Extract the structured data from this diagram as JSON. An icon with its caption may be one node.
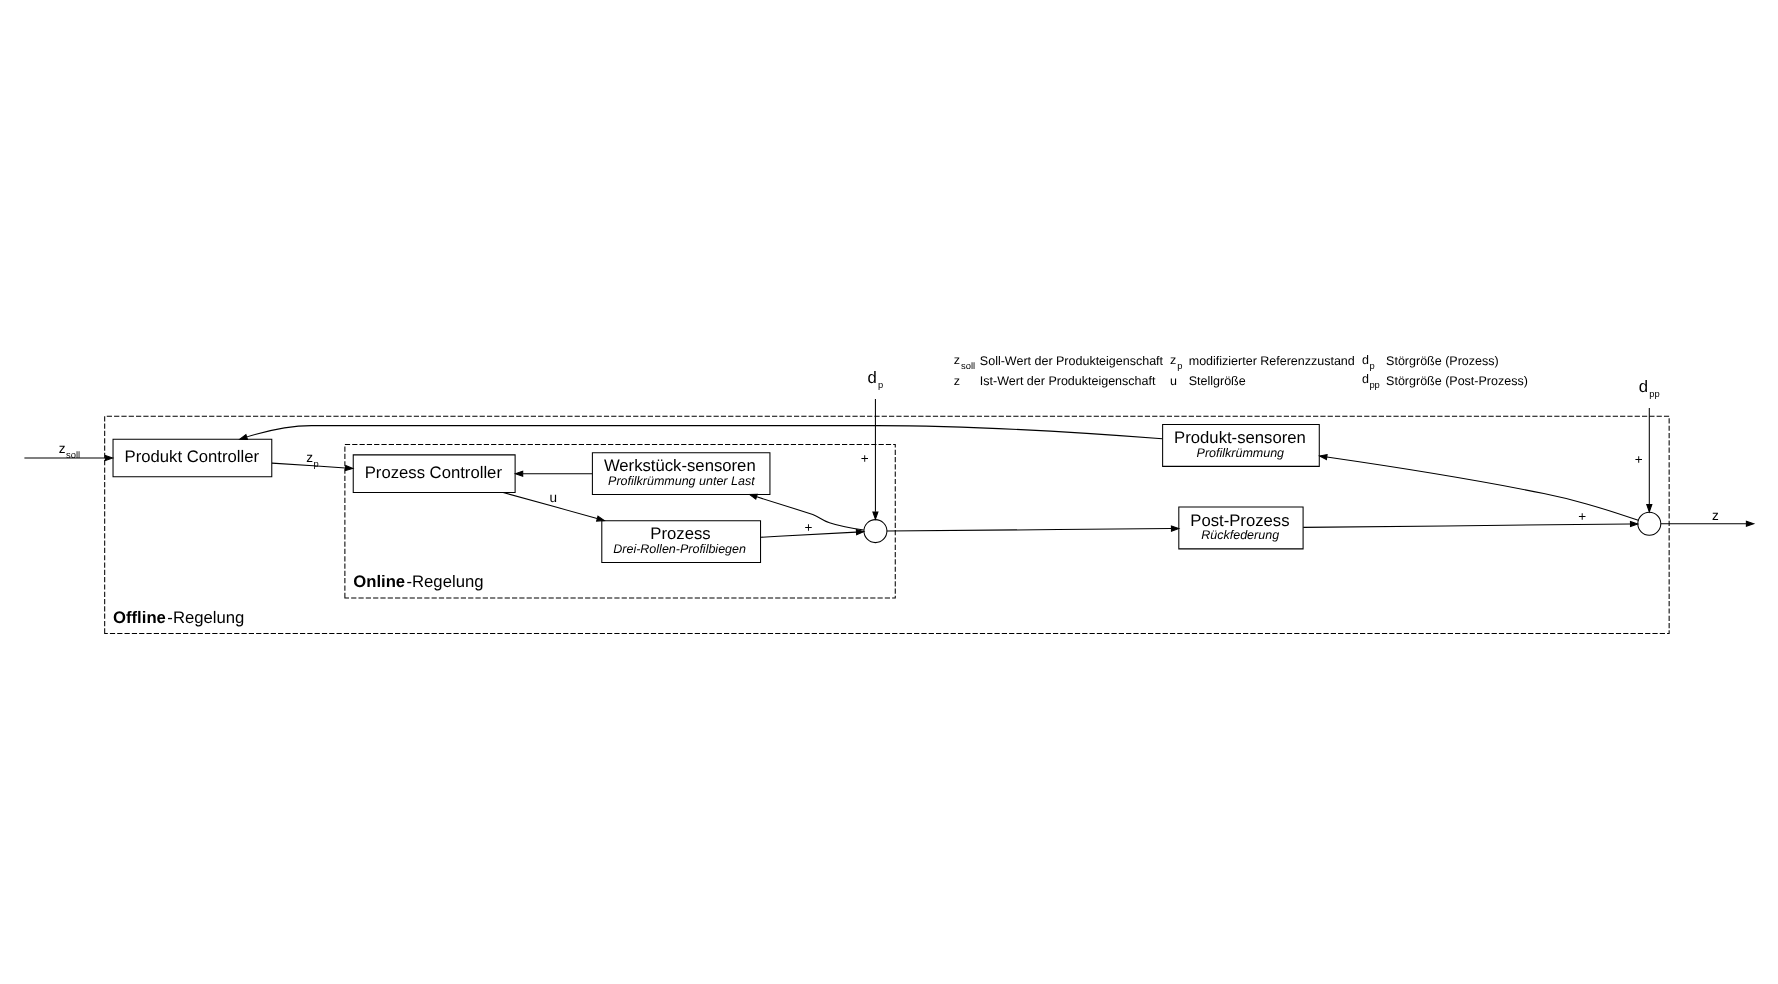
{
  "diagram": {
    "nodes": [
      {
        "text": [
          "**Offline**-Regelung"
        ]
      },
      {
        "text": [
          "**Online**-Regelung"
        ],
        "in": 0
      },
      {
        "text": [
          "Produkt Controller"
        ],
        "in": 0
      },
      {
        "text": [
          "Prozess Controller"
        ],
        "in": 1
      },
      {
        "text": [
          "Prozess",
          "Drei-Rollen-Profilbiegen"
        ],
        "in": 1
      },
      {
        "text": [],
        "shape": "circle",
        "in": 1
      },
      {
        "text": [
          "Werkstück-sensoren",
          "Profilkrümmung unter Last"
        ],
        "in": 1
      },
      {
        "text": [
          "d$_{p}$"
        ]
      },
      {
        "text": [
          "Post-Prozess",
          "Rückfederung"
        ],
        "in": 0
      },
      {
        "text": [],
        "shape": "circle",
        "in": 0
      },
      {
        "text": [
          "d$_{pp}$"
        ]
      },
      {
        "text": [
          "Produkt-sensoren",
          "Profilkrümmung"
        ],
        "in": 0
      }
    ],
    "edges": [
      {
        "from": null,
        "to": 2,
        "arrow": "to",
        "label": "z$_{soll}$"
      },
      {
        "from": 2,
        "to": 3,
        "arrow": "to",
        "label": "z$_{p}$"
      },
      {
        "from": 3,
        "to": 4,
        "arrow": "to",
        "label": "u"
      },
      {
        "from": 4,
        "to": 5,
        "arrow": "to",
        "label": "+"
      },
      {
        "from": 7,
        "to": 5,
        "arrow": "to",
        "label": "+"
      },
      {
        "from": 5,
        "to": 8,
        "arrow": "to"
      },
      {
        "from": 5,
        "to": 6,
        "arrow": "to"
      },
      {
        "from": 6,
        "to": 3,
        "arrow": "to"
      },
      {
        "from": 8,
        "to": 9,
        "arrow": "to",
        "label": "+"
      },
      {
        "from": 10,
        "to": 9,
        "arrow": "to",
        "label": "+"
      },
      {
        "from": 9,
        "to": null,
        "arrow": "to",
        "label": "z"
      },
      {
        "from": 9,
        "to": 11,
        "arrow": "to"
      },
      {
        "from": 11,
        "to": 2,
        "arrow": "to"
      }
    ],
    "labels": [
      "z$_{soll}$",
      "Soll-Wert der Produkteigenschaft",
      "z$_{p}$",
      "modifizierter Referenzzustand",
      "d$_{p}$",
      "Störgröße (Prozess)",
      "z",
      "Ist-Wert der Produkteigenschaft",
      "u",
      "Stellgröße",
      "d$_{pp}$",
      "Störgröße (Post-Prozess)"
    ]
  }
}
